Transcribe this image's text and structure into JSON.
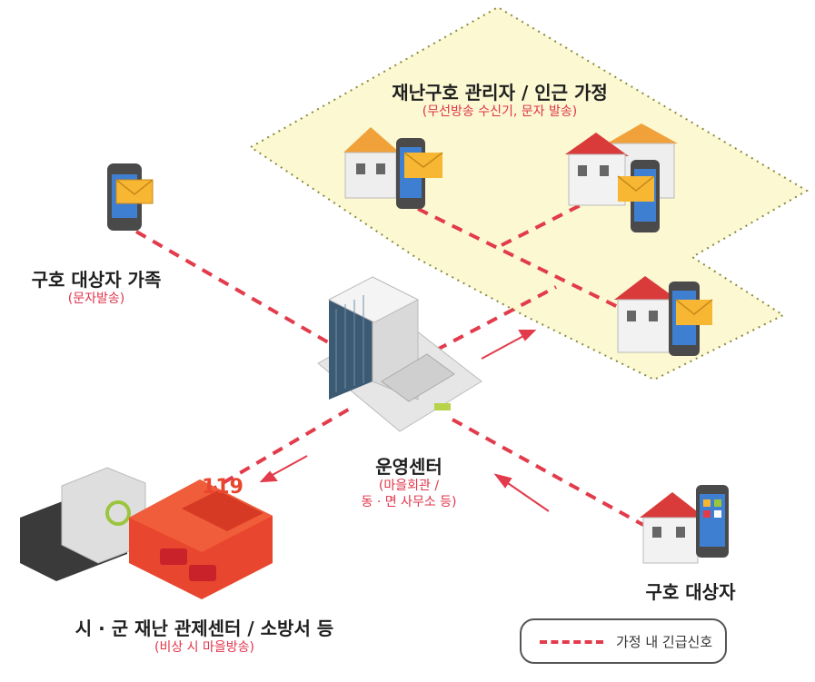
{
  "zone": {
    "title": "재난구호 관리자 / 인근 가정",
    "subtitle": "(무선방송 수신기, 문자 발송)"
  },
  "family": {
    "title": "구호 대상자 가족",
    "subtitle": "(문자발송)"
  },
  "center": {
    "title": "운영센터",
    "subtitle_line1": "(마을회관 /",
    "subtitle_line2": "동 · 면 사무소 등)"
  },
  "fire": {
    "title": "시 · 군 재난 관제센터 / 소방서 등",
    "subtitle": "(비상 시 마을방송)",
    "sign": "119"
  },
  "target": {
    "title": "구호 대상자"
  },
  "legend": {
    "label": "가정 내 긴급신호"
  },
  "colors": {
    "signal": "#e23b4b",
    "zone_fill": "#fbf8d2",
    "zone_border": "#8a8a3a",
    "roof_red": "#d93a3a",
    "roof_orange": "#f0a13a",
    "fire_red": "#e8462e",
    "envelope": "#f7b733",
    "phone": "#4a4a4a"
  }
}
